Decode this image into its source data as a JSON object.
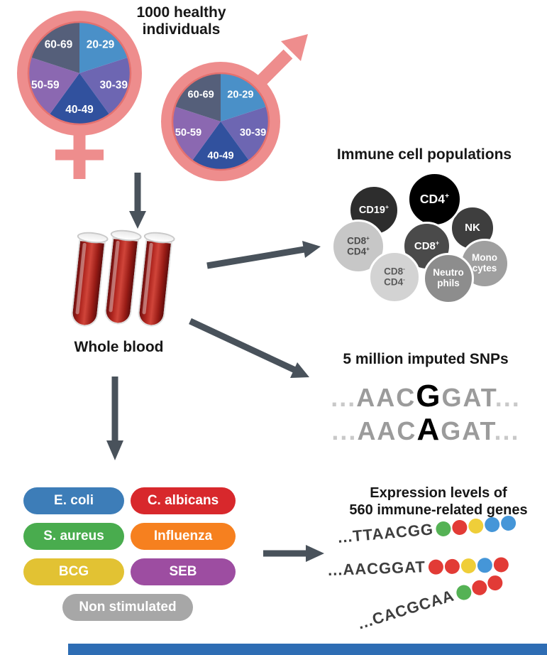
{
  "cohort": {
    "title_line1": "1000 healthy",
    "title_line2": "individuals"
  },
  "icons": [
    "female-symbol",
    "male-symbol"
  ],
  "ages": [
    "20-29",
    "30-39",
    "40-49",
    "50-59",
    "60-69"
  ],
  "pie_colors": {
    "a2029": "#4a90c8",
    "a3039": "#6d66b2",
    "a4049": "#31519e",
    "a5059": "#8b68b1",
    "a6069": "#555f7a"
  },
  "symbol_color": "#ee8d8d",
  "arrow_color": "#49525b",
  "blood": {
    "label": "Whole blood",
    "tube_count": 3,
    "blood_color": "#a31d17"
  },
  "immune": {
    "title": "Immune cell populations",
    "cells": [
      {
        "name": "CD19+",
        "base": "CD19",
        "sup": "+",
        "bg": "#2d2d2d",
        "fg": "#ffffff"
      },
      {
        "name": "CD4+",
        "base": "CD4",
        "sup": "+",
        "bg": "#000000",
        "fg": "#ffffff"
      },
      {
        "name": "NK",
        "base": "NK",
        "bg": "#3e3e3e",
        "fg": "#ffffff"
      },
      {
        "name": "CD8+",
        "base": "CD8",
        "sup": "+",
        "bg": "#4a4a4a",
        "fg": "#ffffff"
      },
      {
        "name": "CD8+CD4+",
        "base": "CD8",
        "sup": "+",
        "base2": "CD4",
        "sup2": "+",
        "bg": "#c7c7c7",
        "fg": "#4c4c4c"
      },
      {
        "name": "CD8-CD4-",
        "base": "CD8",
        "sup": "-",
        "base2": "CD4",
        "sup2": "-",
        "bg": "#d3d3d3",
        "fg": "#5a5a5a"
      },
      {
        "name": "Neutrophils",
        "base": "Neutro",
        "base2": "phils",
        "bg": "#8d8d8d",
        "fg": "#ffffff"
      },
      {
        "name": "Monocytes",
        "base": "Mono",
        "base2": "cytes",
        "bg": "#9f9f9f",
        "fg": "#ffffff"
      }
    ]
  },
  "snps": {
    "title": "5 million imputed SNPs",
    "lines": [
      {
        "dots_left": "...",
        "left": "AAC",
        "variant": "G",
        "right": "GAT",
        "dots_right": "..."
      },
      {
        "dots_left": "...",
        "left": "AAC",
        "variant": "A",
        "right": "GAT",
        "dots_right": "..."
      }
    ]
  },
  "stimuli": [
    {
      "label": "E. coli",
      "color": "#3d7db8"
    },
    {
      "label": "C. albicans",
      "color": "#d8282c"
    },
    {
      "label": "S. aureus",
      "color": "#49ac4e"
    },
    {
      "label": "Influenza",
      "color": "#f6801f"
    },
    {
      "label": "BCG",
      "color": "#e2c233"
    },
    {
      "label": "SEB",
      "color": "#9d4da1"
    },
    {
      "label": "Non stimulated",
      "color": "#a7a7a7"
    }
  ],
  "expression": {
    "title_line1": "Expression levels of",
    "title_line2": "560 immune-related genes",
    "bead_colors": {
      "green": "#55b255",
      "red": "#e23b36",
      "yellow": "#efce39",
      "blue": "#4596d8"
    },
    "strands": [
      {
        "seq": "...TTAACGG",
        "beads": [
          "green",
          "red",
          "yellow",
          "blue",
          "blue"
        ]
      },
      {
        "seq": "...AACGGAT",
        "beads": [
          "red",
          "red",
          "yellow",
          "blue",
          "red"
        ]
      },
      {
        "seq": "...CACGCAA",
        "beads": [
          "green",
          "red",
          "red"
        ]
      }
    ]
  },
  "footer": {
    "bar_color": "#2e6db4"
  }
}
